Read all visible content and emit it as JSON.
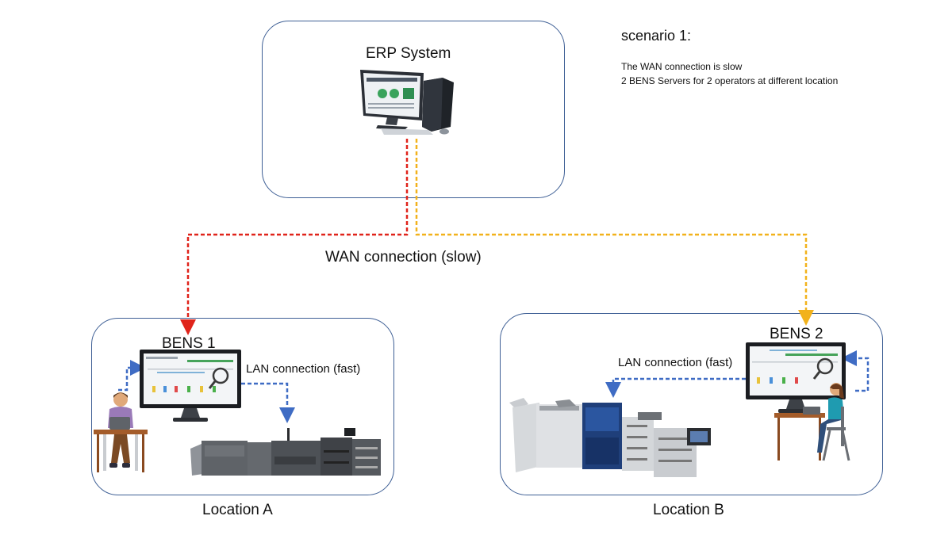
{
  "erp": {
    "title": "ERP System"
  },
  "scenario": {
    "heading": "scenario 1:",
    "lines": [
      "The WAN connection is slow",
      "2 BENS Servers for 2 operators at different location"
    ]
  },
  "wan_label": "WAN connection (slow)",
  "location_a": {
    "label": "Location A",
    "server": "BENS 1",
    "lan": "LAN connection (fast)"
  },
  "location_b": {
    "label": "Location B",
    "server": "BENS 2",
    "lan": "LAN connection (fast)"
  },
  "colors": {
    "box_border": "#3e5f95",
    "wan_red": "#e0241b",
    "wan_yellow": "#f2b21c",
    "lan_blue": "#3f6cc4"
  }
}
